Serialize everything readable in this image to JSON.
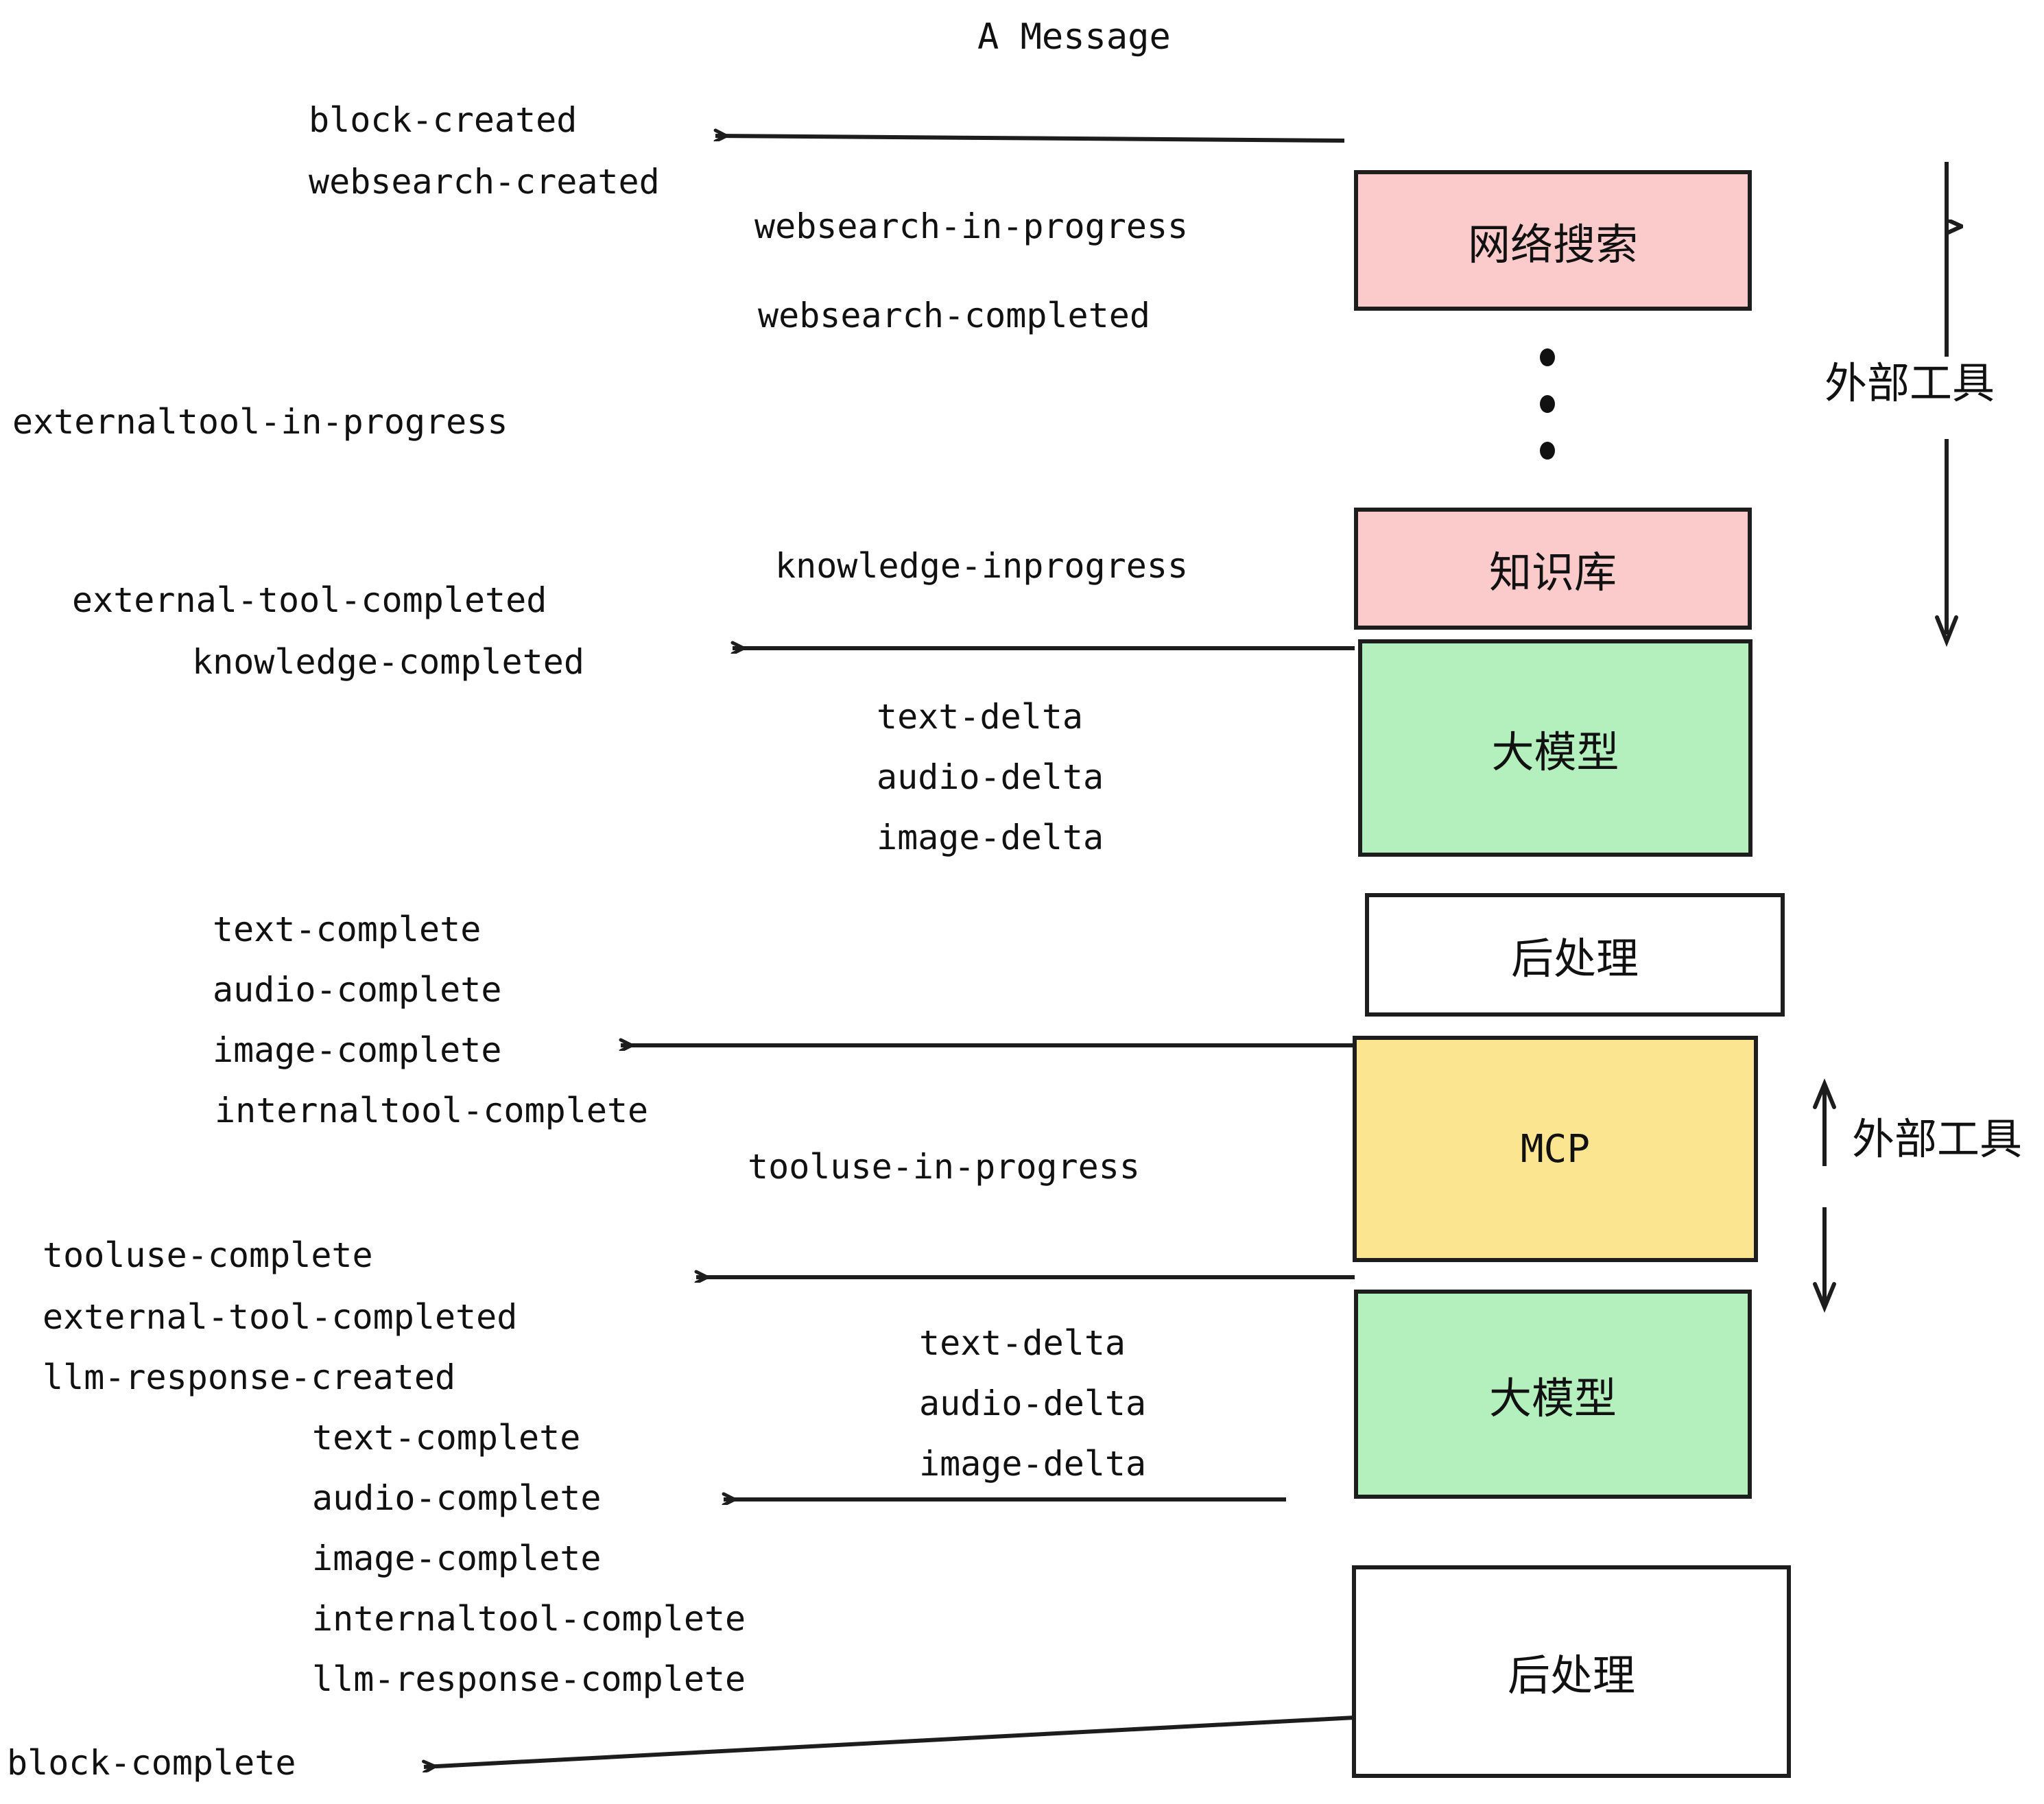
{
  "title": "A Message",
  "colors": {
    "pink": "#FBCBCB",
    "green": "#B3F0BE",
    "yellow": "#FBE590",
    "white": "#FFFFFF",
    "stroke": "#1d1d1d",
    "text": "#111111"
  },
  "boxes": [
    {
      "id": "websearch",
      "label": "网络搜索",
      "fill": "#FBCBCB"
    },
    {
      "id": "knowledge",
      "label": "知识库",
      "fill": "#FBCBCB"
    },
    {
      "id": "llm-top",
      "label": "大模型",
      "fill": "#B3F0BE"
    },
    {
      "id": "postprocess-top",
      "label": "后处理",
      "fill": "#FFFFFF"
    },
    {
      "id": "mcp",
      "label": "MCP",
      "fill": "#FBE590"
    },
    {
      "id": "llm-bottom",
      "label": "大模型",
      "fill": "#B3F0BE"
    },
    {
      "id": "postprocess-bottom",
      "label": "后处理",
      "fill": "#FFFFFF"
    }
  ],
  "side_labels": [
    {
      "id": "external-tool-top",
      "label": "外部工具"
    },
    {
      "id": "external-tool-bottom",
      "label": "外部工具"
    }
  ],
  "events": [
    {
      "id": "block-created",
      "label": "block-created"
    },
    {
      "id": "websearch-created",
      "label": "websearch-created"
    },
    {
      "id": "websearch-in-progress",
      "label": "websearch-in-progress"
    },
    {
      "id": "websearch-completed",
      "label": "websearch-completed"
    },
    {
      "id": "externaltool-in-progress",
      "label": "externaltool-in-progress"
    },
    {
      "id": "knowledge-inprogress",
      "label": "knowledge-inprogress"
    },
    {
      "id": "external-tool-completed-1",
      "label": "external-tool-completed"
    },
    {
      "id": "knowledge-completed",
      "label": "knowledge-completed"
    },
    {
      "id": "text-delta-1",
      "label": "text-delta"
    },
    {
      "id": "audio-delta-1",
      "label": "audio-delta"
    },
    {
      "id": "image-delta-1",
      "label": "image-delta"
    },
    {
      "id": "text-complete-1",
      "label": "text-complete"
    },
    {
      "id": "audio-complete-1",
      "label": "audio-complete"
    },
    {
      "id": "image-complete-1",
      "label": "image-complete"
    },
    {
      "id": "internaltool-complete-1",
      "label": "internaltool-complete"
    },
    {
      "id": "tooluse-in-progress",
      "label": "tooluse-in-progress"
    },
    {
      "id": "tooluse-complete",
      "label": "tooluse-complete"
    },
    {
      "id": "external-tool-completed-2",
      "label": "external-tool-completed"
    },
    {
      "id": "llm-response-created",
      "label": "llm-response-created"
    },
    {
      "id": "text-delta-2",
      "label": "text-delta"
    },
    {
      "id": "audio-delta-2",
      "label": "audio-delta"
    },
    {
      "id": "image-delta-2",
      "label": "image-delta"
    },
    {
      "id": "text-complete-2",
      "label": "text-complete"
    },
    {
      "id": "audio-complete-2",
      "label": "audio-complete"
    },
    {
      "id": "image-complete-2",
      "label": "image-complete"
    },
    {
      "id": "internaltool-complete-2",
      "label": "internaltool-complete"
    },
    {
      "id": "llm-response-complete",
      "label": "llm-response-complete"
    },
    {
      "id": "block-complete",
      "label": "block-complete"
    }
  ]
}
